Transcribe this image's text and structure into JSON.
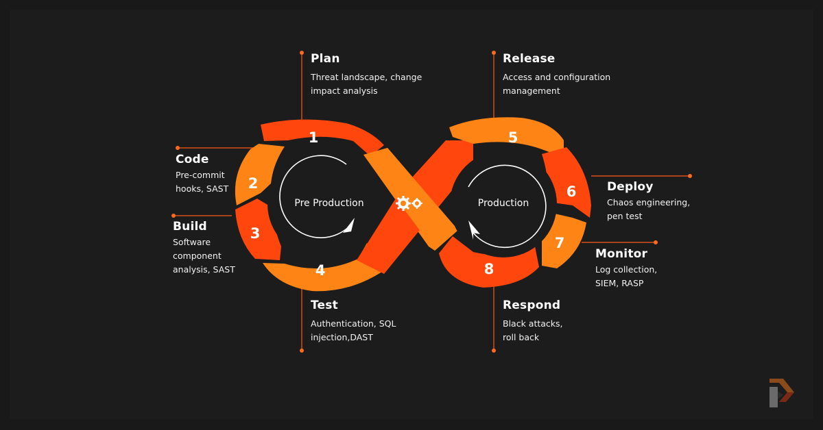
{
  "colors": {
    "background": "#191919",
    "orange": "#ff8416",
    "red_orange": "#ff470d",
    "connector": "#ff5a1a",
    "text": "#ffffff"
  },
  "loops": {
    "left_label": "Pre Production",
    "right_label": "Production",
    "center_icon": "gears-icon"
  },
  "stages": [
    {
      "number": "1",
      "title": "Plan",
      "description": [
        "Threat landscape, change",
        "impact analysis"
      ]
    },
    {
      "number": "2",
      "title": "Code",
      "description": [
        "Pre-commit",
        "hooks, SAST"
      ]
    },
    {
      "number": "3",
      "title": "Build",
      "description": [
        "Software",
        "component",
        "analysis, SAST"
      ]
    },
    {
      "number": "4",
      "title": "Test",
      "description": [
        "Authentication, SQL",
        "injection,DAST"
      ]
    },
    {
      "number": "5",
      "title": "Release",
      "description": [
        "Access and configuration",
        "management"
      ]
    },
    {
      "number": "6",
      "title": "Deploy",
      "description": [
        "Chaos engineering,",
        "pen test"
      ]
    },
    {
      "number": "7",
      "title": "Monitor",
      "description": [
        "Log collection,",
        "SIEM, RASP"
      ]
    },
    {
      "number": "8",
      "title": "Respond",
      "description": [
        "Black attacks,",
        "roll back"
      ]
    }
  ],
  "logo": "brand-logo-icon"
}
